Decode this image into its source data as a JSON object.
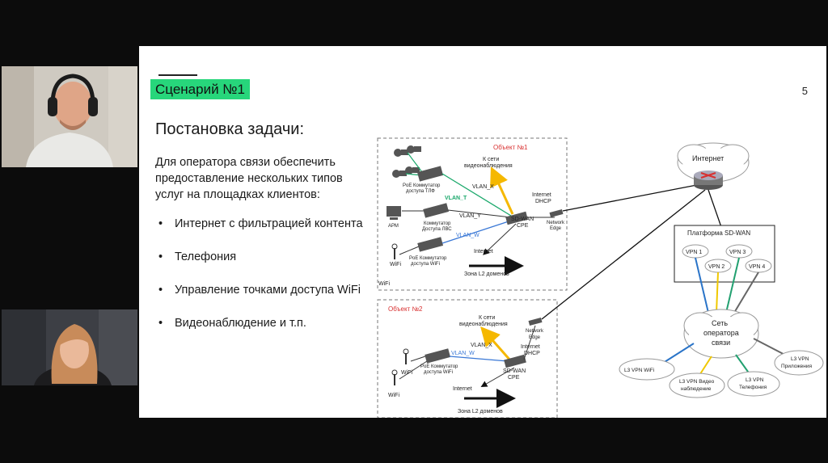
{
  "slide": {
    "badge": "Сценарий №1",
    "page_number": "5",
    "title": "Постановка задачи:",
    "intro": "Для оператора связи обеспечить предоставление нескольких типов услуг на площадках клиентов:",
    "bullet_glyph": "•",
    "bullets": [
      "Интернет с фильтрацией контента",
      "Телефония",
      "Управление точками доступа WiFi",
      "Видеонаблюдение и т.п."
    ]
  },
  "diagram": {
    "object1": {
      "title": "Объект №1",
      "video_network_1": "К сети",
      "video_network_2": "видеонаблюдения",
      "vlan_x": "VLAN_X",
      "vlan_t": "VLAN_T",
      "vlan_y": "VLAN_Y",
      "vlan_w": "VLAN_W",
      "poe_phone_1": "PoE Коммутатор",
      "poe_phone_2": "доступа ТЛФ",
      "arm": "АРМ",
      "lan_switch_1": "Коммутатор",
      "lan_switch_2": "Доступа ЛВС",
      "poe_wifi_1": "PoE Коммутатор",
      "poe_wifi_2": "доступа WiFi",
      "wifi_ap": "WiFi",
      "wifi_label": "WiFi",
      "cpe_1": "SD-WAN",
      "cpe_2": "CPE",
      "internet_dhcp_1": "Internet",
      "internet_dhcp_2": "DHCP",
      "internet": "Internet",
      "network_edge_1": "Network",
      "network_edge_2": "Edge",
      "l2_zone": "Зона L2 доменов"
    },
    "object2": {
      "title": "Объект №2",
      "video_network_1": "К сети",
      "video_network_2": "видеонаблюдения",
      "vlan_x": "VLAN_X",
      "vlan_w": "VLAN_W",
      "poe_wifi_1": "PoE Коммутатор",
      "poe_wifi_2": "доступа WiFi",
      "wifi_ap": "WiFi",
      "wifi_label": "WiFi",
      "cpe_1": "SD-WAN",
      "cpe_2": "CPE",
      "internet_dhcp_1": "Internet",
      "internet_dhcp_2": "DHCP",
      "internet": "Internet",
      "network_edge_1": "Network",
      "network_edge_2": "Edge",
      "l2_zone": "Зона L2 доменов"
    },
    "internet_cloud": "Интернет",
    "platform": "Платформа SD-WAN",
    "vpns": [
      "VPN 1",
      "VPN 2",
      "VPN 3",
      "VPN 4"
    ],
    "operator_cloud_1": "Сеть",
    "operator_cloud_2": "оператора",
    "operator_cloud_3": "связи",
    "l3_wifi": "L3 VPN WiFi",
    "l3_video_1": "L3 VPN Видео",
    "l3_video_2": "наблюдение",
    "l3_phone_1": "L3 VPN",
    "l3_phone_2": "Телефония",
    "l3_apps_1": "L3 VPN",
    "l3_apps_2": "Приложения",
    "colors": {
      "vlan_x": "#f5b800",
      "vlan_t": "#1aa86b",
      "vlan_w": "#3a78d6",
      "vpn1": "#2a74c8",
      "vpn2": "#f0c800",
      "vpn3": "#22a070",
      "vpn4": "#666666"
    }
  },
  "participants": [
    {
      "name": "participant-man",
      "colors": {
        "background": "#cfcac1"
      }
    },
    {
      "name": "participant-woman",
      "colors": {
        "background": "#3d3f45"
      }
    }
  ]
}
